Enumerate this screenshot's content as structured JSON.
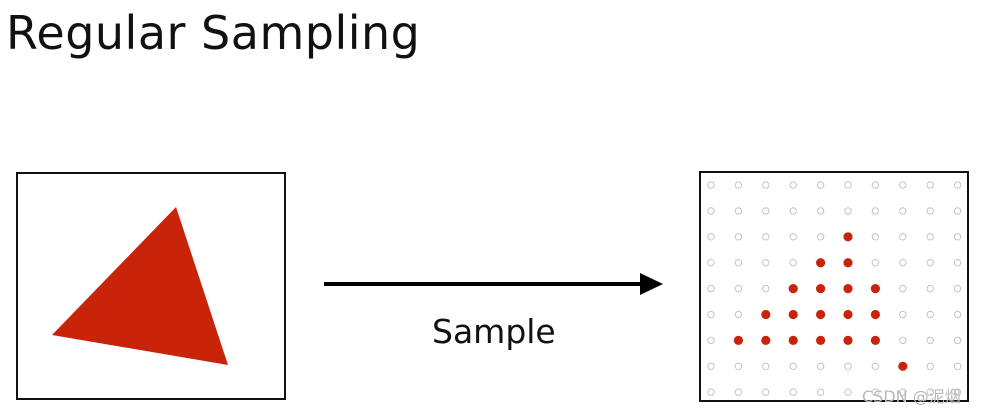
{
  "title": "Regular Sampling",
  "arrow_label": "Sample",
  "watermark": "CSDN @泥烟",
  "colors": {
    "shape_fill": "#c9240a",
    "sample_hit": "#c9240a",
    "sample_miss": "#c4c4c4",
    "frame": "#111111"
  },
  "sample_grid": {
    "columns": 10,
    "rows": 9,
    "covered": [
      [
        2,
        5
      ],
      [
        3,
        4
      ],
      [
        3,
        5
      ],
      [
        4,
        3
      ],
      [
        4,
        4
      ],
      [
        4,
        5
      ],
      [
        4,
        6
      ],
      [
        5,
        2
      ],
      [
        5,
        3
      ],
      [
        5,
        4
      ],
      [
        5,
        5
      ],
      [
        5,
        6
      ],
      [
        6,
        1
      ],
      [
        6,
        2
      ],
      [
        6,
        3
      ],
      [
        6,
        4
      ],
      [
        6,
        5
      ],
      [
        6,
        6
      ],
      [
        7,
        7
      ]
    ]
  }
}
